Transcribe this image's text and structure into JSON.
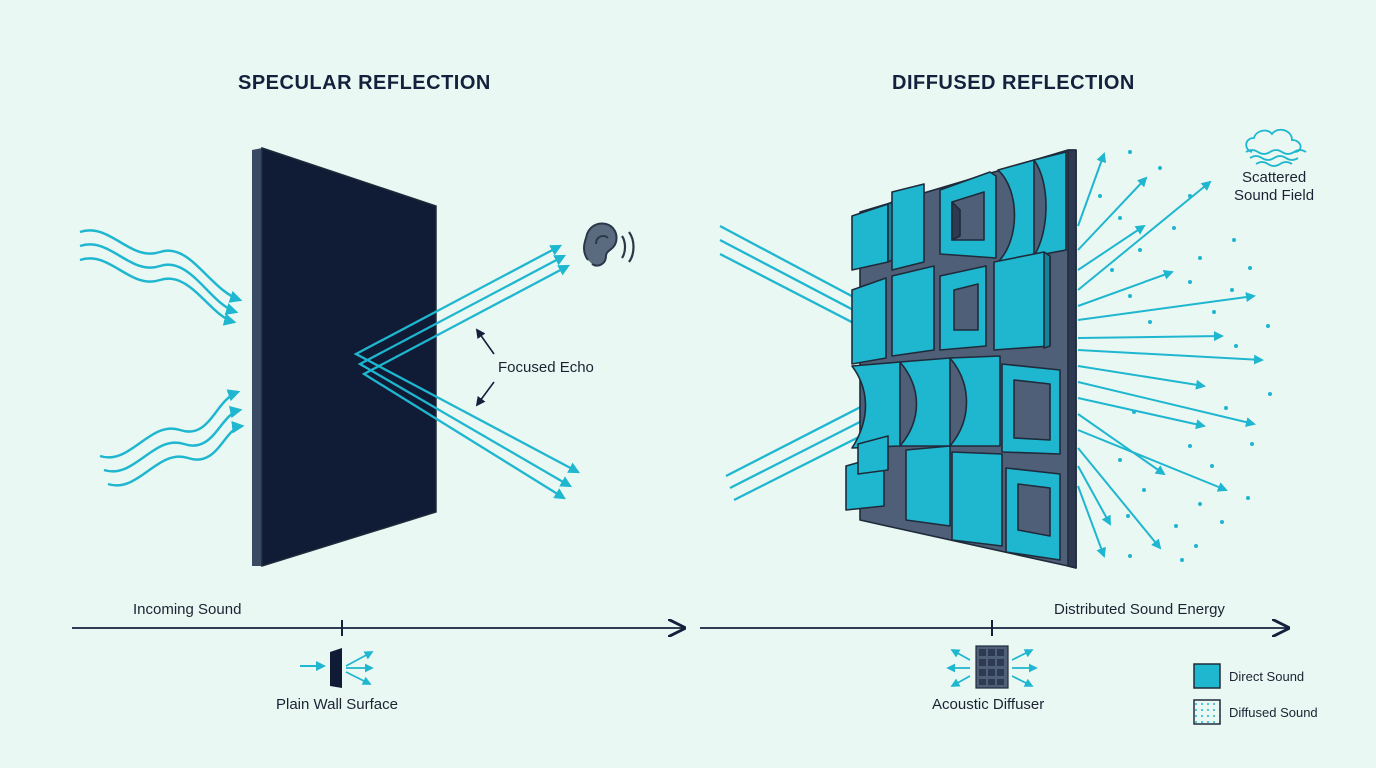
{
  "titles": {
    "left": "SPECULAR REFLECTION",
    "right": "DIFFUSED REFLECTION"
  },
  "labels": {
    "focused_echo": "Focused Echo",
    "scattered_line1": "Scattered",
    "scattered_line2": "Sound Field",
    "incoming_sound": "Incoming Sound",
    "distributed_energy": "Distributed Sound Energy",
    "plain_wall": "Plain Wall Surface",
    "acoustic_diffuser": "Acoustic Diffuser"
  },
  "legend": [
    {
      "label": "Direct Sound",
      "color": "#1fb6cf"
    },
    {
      "label": "Diffused Sound",
      "color": "#1fb6cf"
    }
  ],
  "colors": {
    "background": "#eaf8f4",
    "wall": "#101b36",
    "accent": "#1fb6cf",
    "diffuser_base": "#4f5f78",
    "axis": "#14213d"
  },
  "icons": [
    "ear-icon",
    "cloud-waves-icon",
    "wall-mini-icon",
    "diffuser-mini-icon"
  ]
}
